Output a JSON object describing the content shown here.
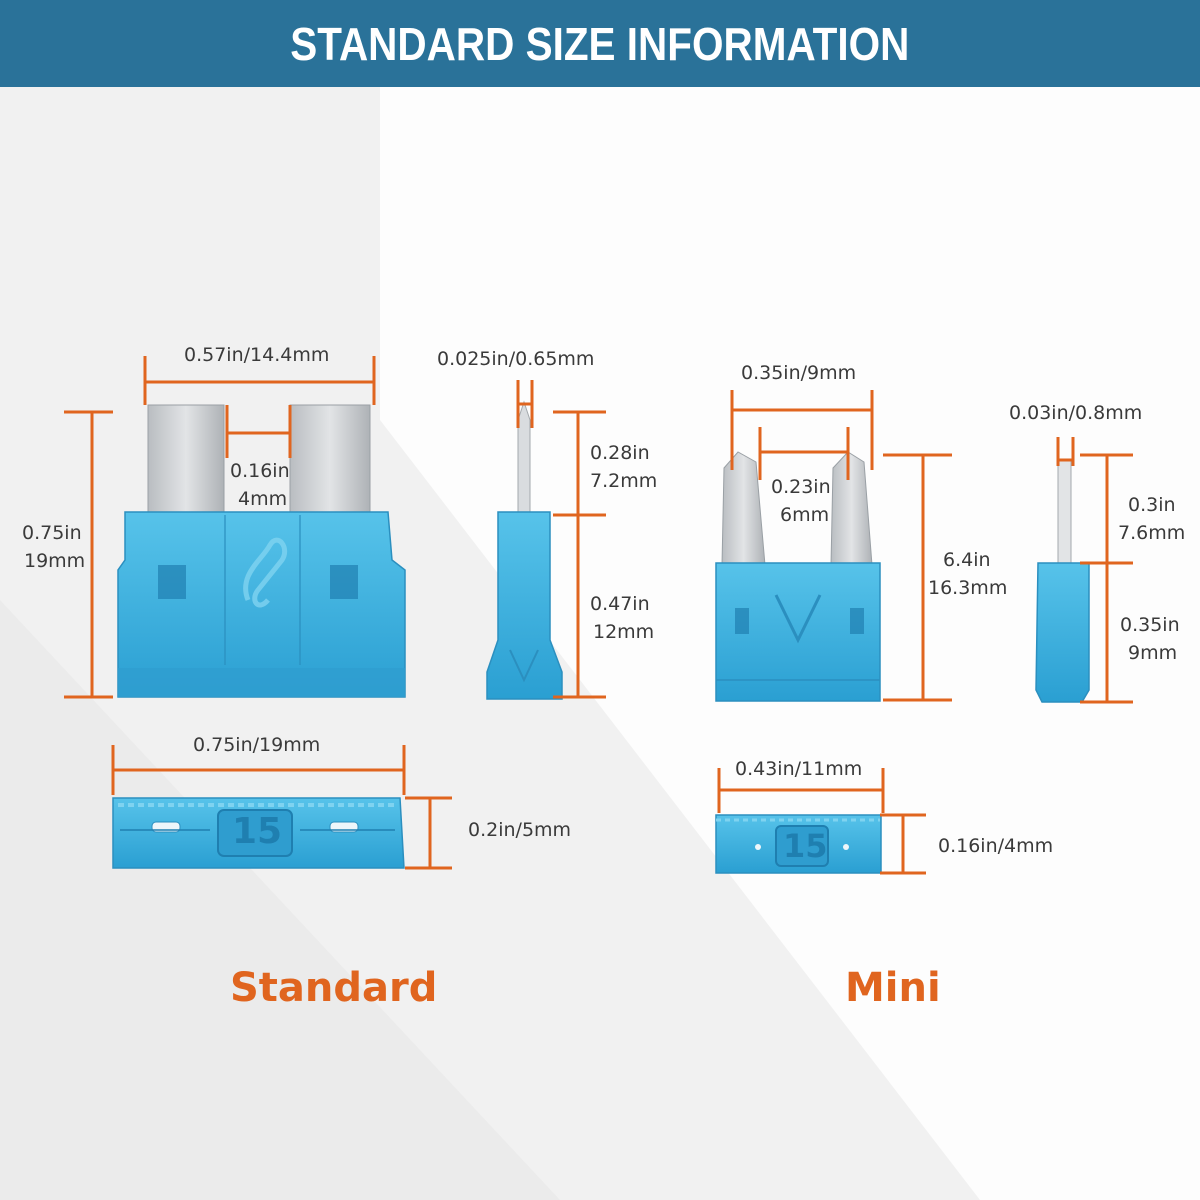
{
  "banner": {
    "title": "STANDARD SIZE INFORMATION",
    "color": "#2a7299"
  },
  "colors": {
    "dimension_line": "#e0651f",
    "fuse_body": "#3aaedc",
    "fuse_terminal": "#c6c9cc"
  },
  "standard": {
    "name": "Standard",
    "front": {
      "width": "0.57in/14.4mm",
      "gap_in": "0.16in",
      "gap_mm": "4mm",
      "height_in": "0.75in",
      "height_mm": "19mm"
    },
    "side": {
      "thickness": "0.025in/0.65mm",
      "blade_in": "0.28in",
      "blade_mm": "7.2mm",
      "body_in": "0.47in",
      "body_mm": "12mm"
    },
    "top": {
      "length": "0.75in/19mm",
      "depth": "0.2in/5mm",
      "rating": "15"
    }
  },
  "mini": {
    "name": "Mini",
    "front": {
      "width": "0.35in/9mm",
      "gap_in": "0.23in",
      "gap_mm": "6mm",
      "height_in": "6.4in",
      "height_mm": "16.3mm"
    },
    "side": {
      "thickness": "0.03in/0.8mm",
      "blade_in": "0.3in",
      "blade_mm": "7.6mm",
      "body_in": "0.35in",
      "body_mm": "9mm"
    },
    "top": {
      "length": "0.43in/11mm",
      "depth": "0.16in/4mm",
      "rating": "15"
    }
  }
}
